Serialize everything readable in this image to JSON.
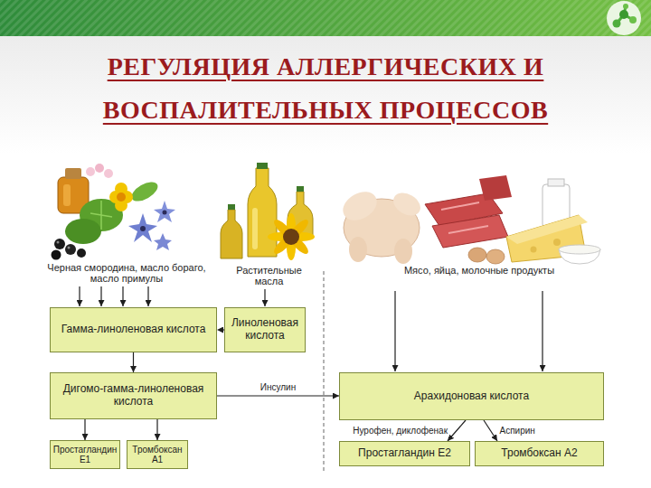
{
  "diagram": {
    "title": "РЕГУЛЯЦИЯ АЛЛЕРГИЧЕСКИХ И ВОСПАЛИТЕЛЬНЫХ ПРОЦЕССОВ",
    "nodes": [
      {
        "text": [
          "Гамма-линоленовая кислота"
        ]
      },
      {
        "text": [
          "Линоленовая кислота"
        ]
      },
      {
        "text": [
          "Дигомо-гамма-линоленовая кислота"
        ]
      },
      {
        "text": [
          "Арахидоновая кислота"
        ]
      },
      {
        "text": [
          "Простагландин Е1"
        ]
      },
      {
        "text": [
          "Тромбоксан А1"
        ]
      },
      {
        "text": [
          "Простагландин Е2"
        ]
      },
      {
        "text": [
          "Тромбоксан А2"
        ]
      }
    ],
    "edges": [
      {
        "from": 1,
        "to": 0,
        "arrow": "to"
      },
      {
        "from": 0,
        "to": 2,
        "arrow": "to"
      },
      {
        "from": 2,
        "to": 3,
        "label": "Инсулин",
        "arrow": "to"
      },
      {
        "from": 2,
        "to": 4,
        "arrow": "to"
      },
      {
        "from": 2,
        "to": 5,
        "arrow": "to"
      },
      {
        "from": 3,
        "to": 6,
        "label": "Нурофен, диклофенак",
        "arrow": "to"
      },
      {
        "from": 3,
        "to": 7,
        "label": "Аспирин",
        "arrow": "to"
      }
    ],
    "labels": [
      "Черная смородина, масло бораго, масло примулы",
      "Растительные масла",
      "Мясо, яйца, молочные продукты"
    ]
  }
}
